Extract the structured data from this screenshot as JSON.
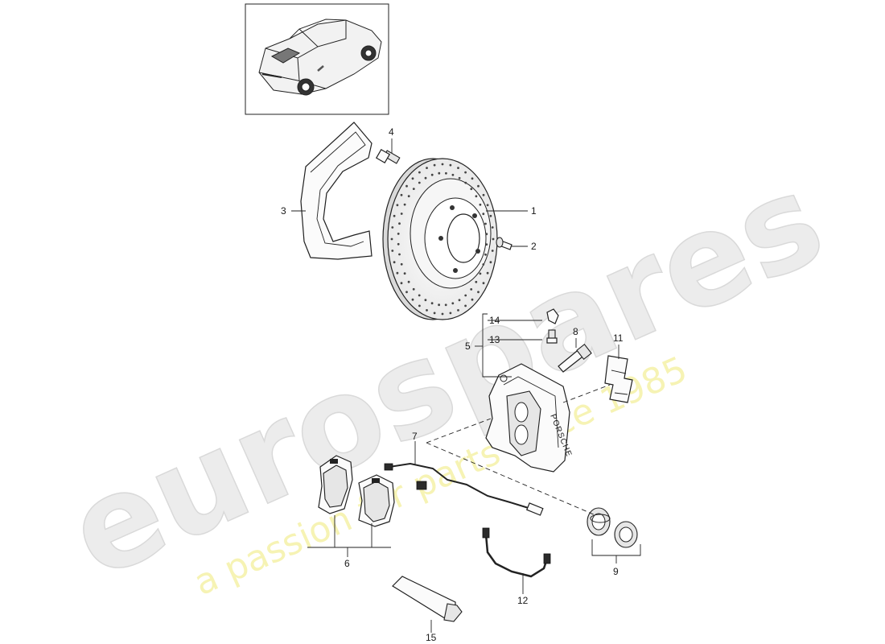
{
  "watermark": {
    "brand": "eurospares",
    "tagline": "a passion for parts since 1985"
  },
  "callouts": [
    {
      "id": "c1",
      "text": "1"
    },
    {
      "id": "c2",
      "text": "2"
    },
    {
      "id": "c3",
      "text": "3"
    },
    {
      "id": "c4",
      "text": "4"
    },
    {
      "id": "c5",
      "text": "5"
    },
    {
      "id": "c6",
      "text": "6"
    },
    {
      "id": "c7",
      "text": "7"
    },
    {
      "id": "c8",
      "text": "8"
    },
    {
      "id": "c9",
      "text": "9"
    },
    {
      "id": "c11",
      "text": "11"
    },
    {
      "id": "c12",
      "text": "12"
    },
    {
      "id": "c13",
      "text": "13"
    },
    {
      "id": "c14",
      "text": "14"
    },
    {
      "id": "c15",
      "text": "15"
    }
  ],
  "caliper_marking": "PORSCHE",
  "icons": [
    "car-thumbnail-icon",
    "brake-disc-icon",
    "brake-caliper-icon",
    "brake-pad-icon",
    "wear-sensor-icon",
    "brake-hose-icon",
    "seal-ring-icon",
    "grease-tube-icon"
  ]
}
